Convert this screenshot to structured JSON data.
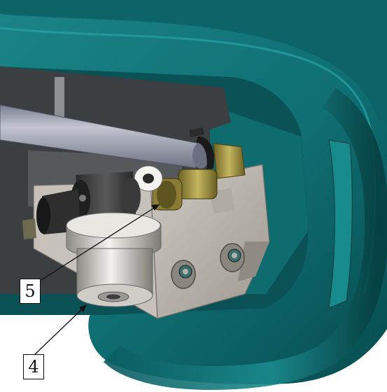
{
  "diagram": {
    "callouts": [
      {
        "id": "5",
        "label": "5"
      },
      {
        "id": "4",
        "label": "4"
      }
    ],
    "colors": {
      "housing": "#0f6f73",
      "housing_dark": "#06484b",
      "housing_light": "#2a9a9c",
      "bracket": "#b9b4ad",
      "tube": "#a3a7b6",
      "brass": "#9a8a3c",
      "fitting_light": "#dedcd6"
    }
  }
}
